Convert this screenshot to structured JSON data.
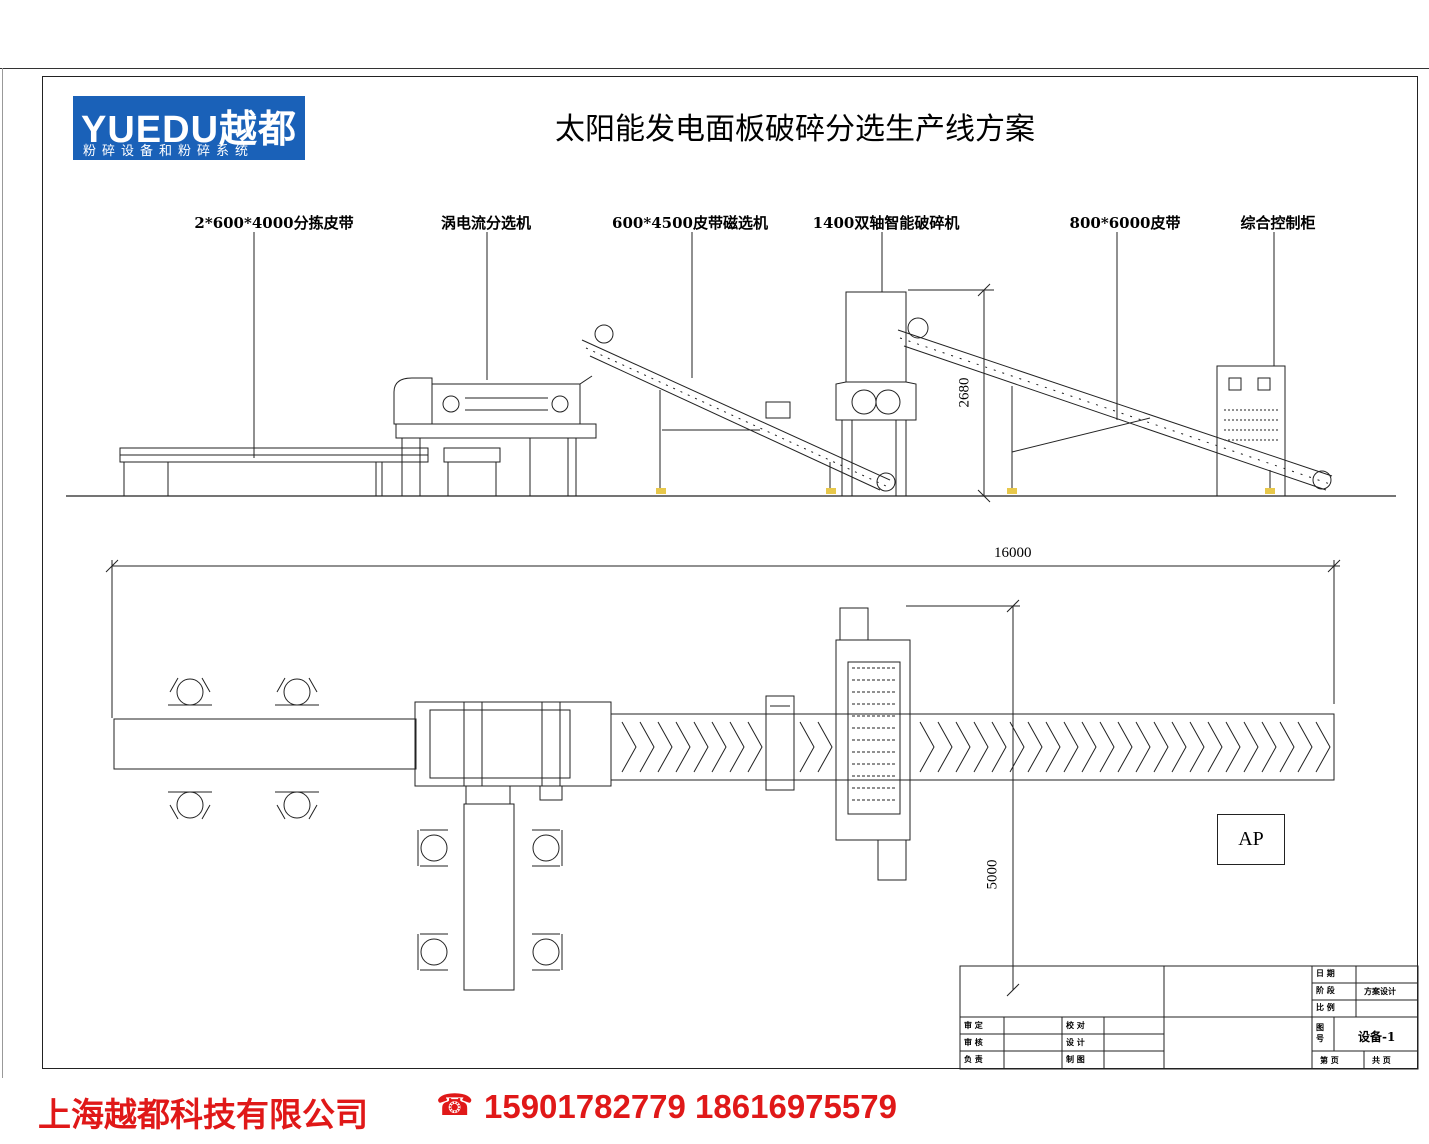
{
  "logo": {
    "main": "YUEDU越都",
    "sub": "粉碎设备和粉碎系统"
  },
  "title": "太阳能发电面板破碎分选生产线方案",
  "labels": {
    "sorting_belt": "2*600*4000分拣皮带",
    "eddy_separator": "涡电流分选机",
    "magnetic_belt": "600*4500皮带磁选机",
    "shredder": "1400双轴智能破碎机",
    "belt": "800*6000皮带",
    "control_cabinet": "综合控制柜"
  },
  "dimensions": {
    "height": "2680",
    "length": "16000",
    "width": "5000"
  },
  "ap_label": "AP",
  "title_block": {
    "date": "日 期",
    "stage": "阶 段",
    "stage_value": "方案设计",
    "scale": "比 例",
    "review": "审 定",
    "proofread": "校 对",
    "audit": "审 核",
    "design": "设 计",
    "responsible": "负 责",
    "drawing": "制 图",
    "figure_no": "图 号",
    "figure_value": "设备-1",
    "page": "第 页",
    "total": "共 页"
  },
  "footer": {
    "company": "上海越都科技有限公司",
    "phone_icon": "telephone-icon",
    "phones": "15901782779  18616975579"
  },
  "colors": {
    "logo_bg": "#1a61b8",
    "footer_red": "#e01818",
    "marker_yellow": "#e8c84a"
  }
}
